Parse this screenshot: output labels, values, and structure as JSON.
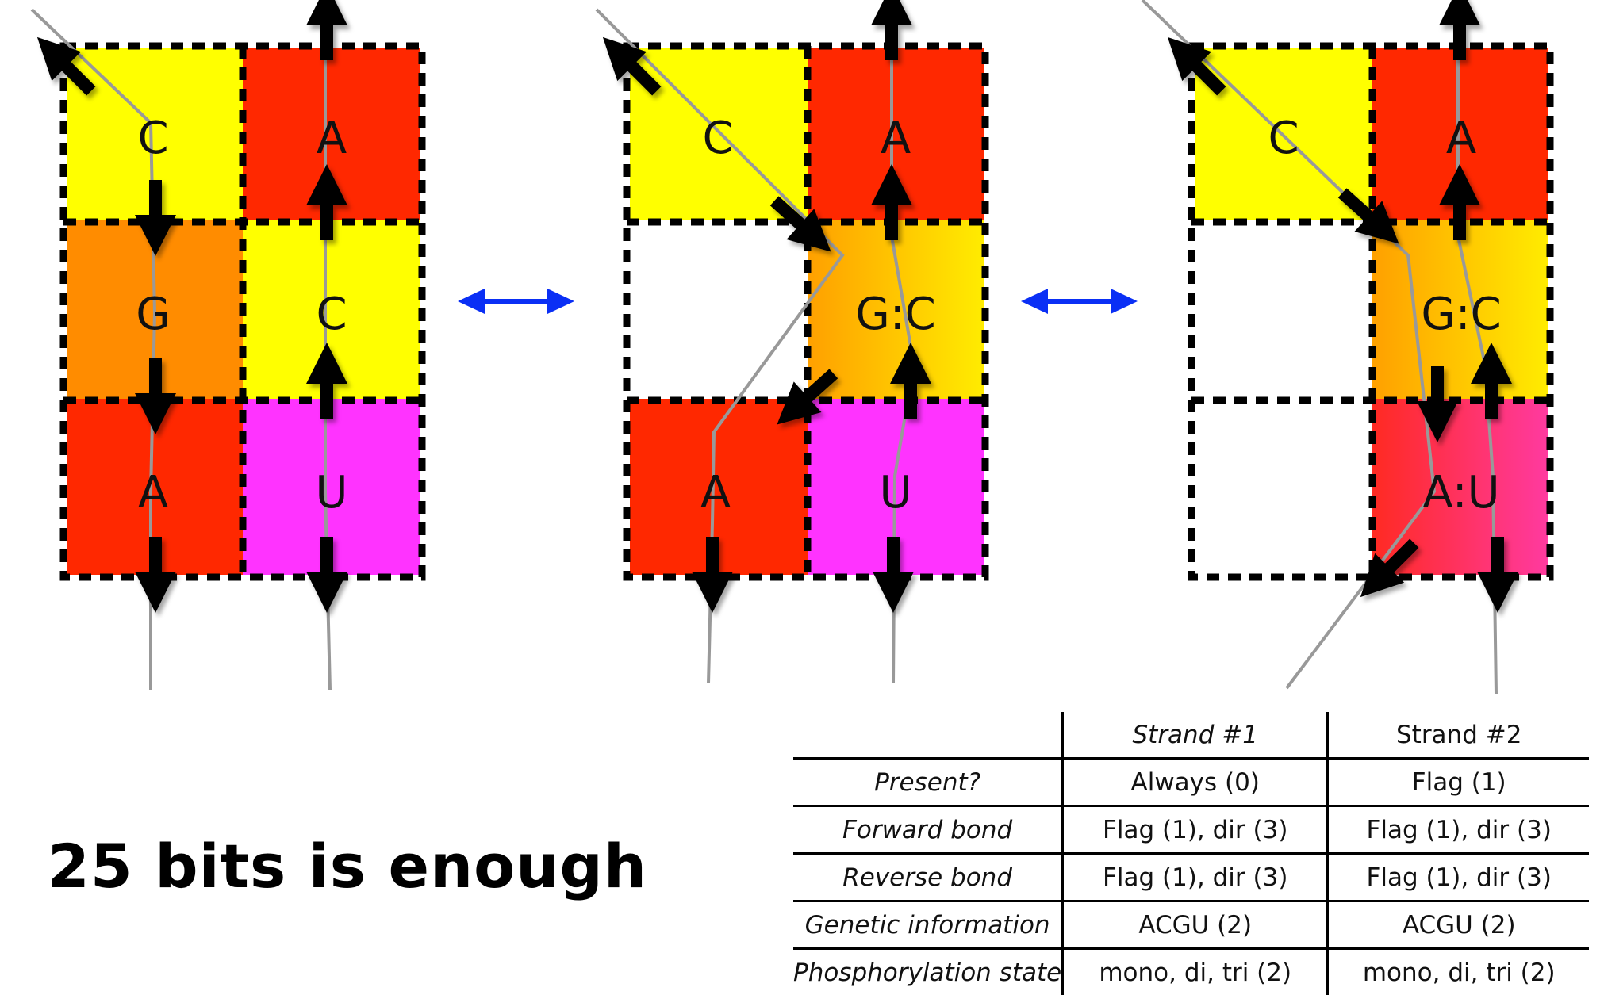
{
  "panels": [
    {
      "cells": [
        "C",
        "A",
        "G",
        "C",
        "A",
        "U"
      ]
    },
    {
      "cells": [
        "C",
        "A",
        "",
        "G:C",
        "A",
        "U"
      ]
    },
    {
      "cells": [
        "C",
        "A",
        "",
        "G:C",
        "",
        "A:U"
      ]
    }
  ],
  "colors": {
    "yellow": "#ffff00",
    "red": "#ff2800",
    "orange": "#ff8c00",
    "magenta": "#ff33ff",
    "double_arrow": "#0a2ff5",
    "strand_line": "#999999"
  },
  "headline": "25 bits is enough",
  "table": {
    "columns": [
      "Strand #1",
      "Strand #2"
    ],
    "rows": [
      {
        "label": "Present?",
        "strand1": "Always (0)",
        "strand2": "Flag (1)"
      },
      {
        "label": "Forward bond",
        "strand1": "Flag (1), dir (3)",
        "strand2": "Flag (1), dir (3)"
      },
      {
        "label": "Reverse bond",
        "strand1": "Flag (1), dir (3)",
        "strand2": "Flag (1), dir (3)"
      },
      {
        "label": "Genetic information",
        "strand1": "ACGU (2)",
        "strand2": "ACGU (2)"
      },
      {
        "label": "Phosphorylation state",
        "strand1": "mono, di, tri (2)",
        "strand2": "mono, di, tri (2)"
      }
    ]
  }
}
